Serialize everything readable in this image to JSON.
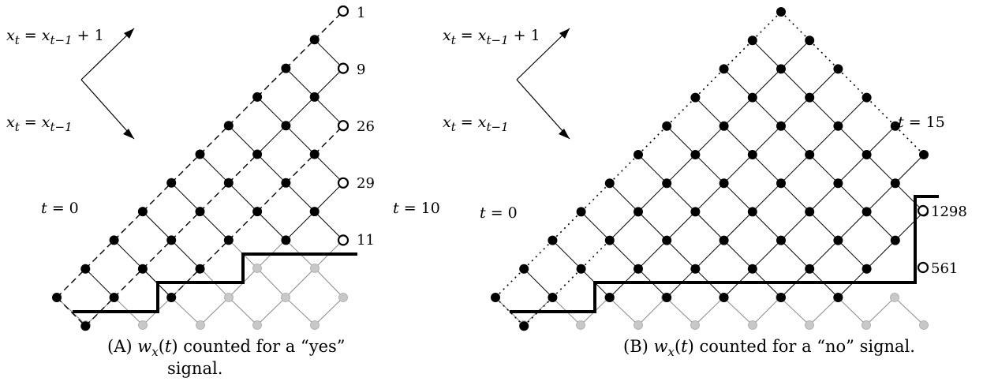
{
  "panel_a": {
    "eq_up": "x_t = x_{t-1} + 1",
    "eq_down": "x_t = x_{t-1}",
    "t_start": "t = 0",
    "t_end": "t = 10",
    "end_values": [
      "1",
      "9",
      "26",
      "29",
      "11"
    ],
    "caption_letter": "A",
    "caption_fn": "w_x(t)",
    "caption_line1": "counted for a “yes”",
    "caption_line2": "signal."
  },
  "panel_b": {
    "eq_up": "x_t = x_{t-1} + 1",
    "eq_down": "x_t = x_{t-1}",
    "t_start": "t = 0",
    "t_end": "t = 15",
    "end_values": [
      "1298",
      "561"
    ],
    "caption_letter": "B",
    "caption_fn": "w_x(t)",
    "caption_line1": "counted for a “no” signal."
  },
  "colors": {
    "ink": "#000000",
    "gray_node": "#c8c8c8",
    "gray_node_stroke": "#a8a8a8",
    "gray_edge": "#999999"
  }
}
